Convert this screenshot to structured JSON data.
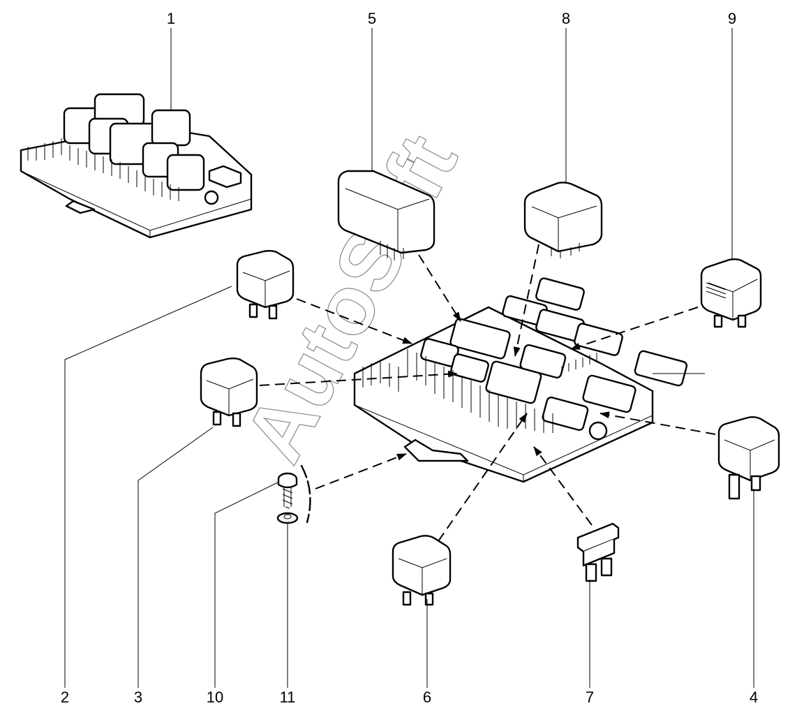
{
  "diagram": {
    "title": "Fuse and relay box — exploded view",
    "watermark": "AutoSoft",
    "callouts": [
      {
        "id": "1",
        "label": "1",
        "part": "fuse-relay-box-assembly"
      },
      {
        "id": "2",
        "label": "2",
        "part": "relay-mini"
      },
      {
        "id": "3",
        "label": "3",
        "part": "relay-mini"
      },
      {
        "id": "4",
        "label": "4",
        "part": "relay-mini"
      },
      {
        "id": "5",
        "label": "5",
        "part": "relay-large"
      },
      {
        "id": "6",
        "label": "6",
        "part": "relay-mini"
      },
      {
        "id": "7",
        "label": "7",
        "part": "blade-fuse"
      },
      {
        "id": "8",
        "label": "8",
        "part": "relay-medium"
      },
      {
        "id": "9",
        "label": "9",
        "part": "relay-mini"
      },
      {
        "id": "10",
        "label": "10",
        "part": "screw"
      },
      {
        "id": "11",
        "label": "11",
        "part": "washer"
      }
    ]
  }
}
